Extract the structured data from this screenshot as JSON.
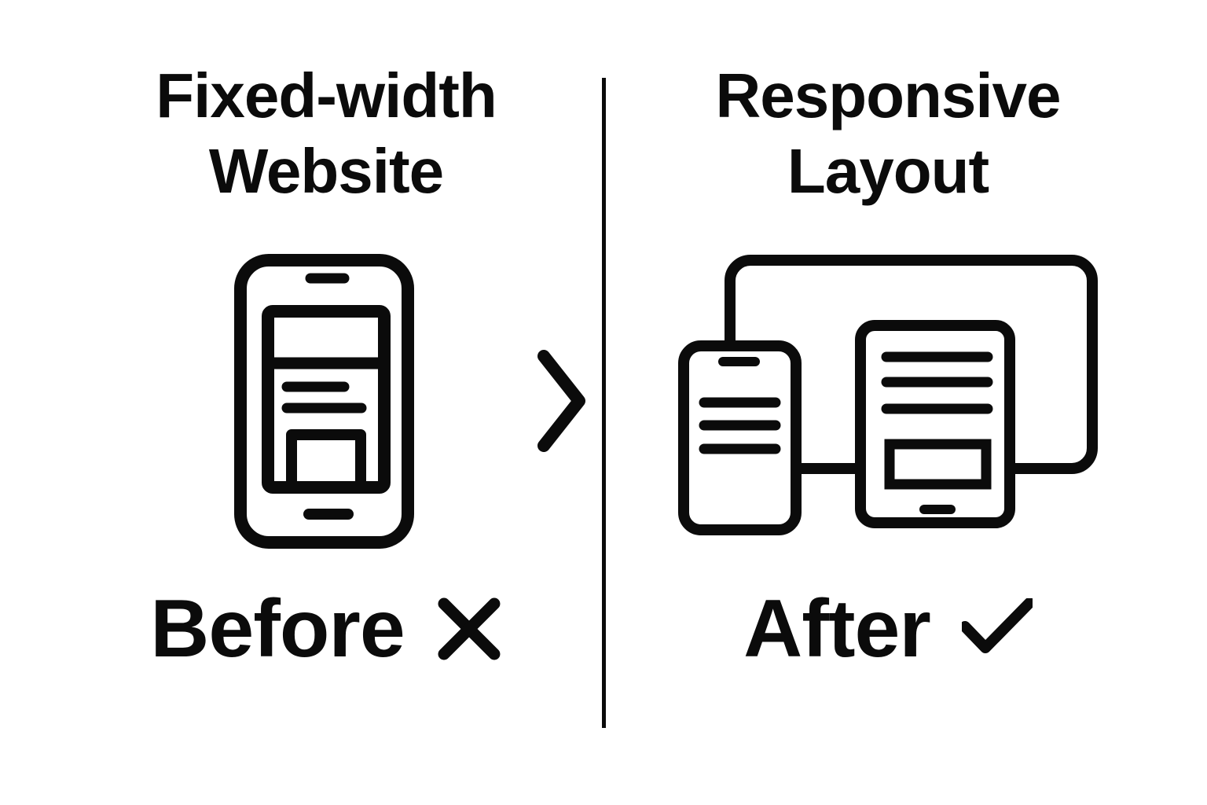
{
  "page": {
    "background": "#ffffff",
    "ink": "#0b0b0b"
  },
  "divider_icon": "vertical-divider",
  "transition_icon": "chevron-right-icon",
  "left_panel": {
    "title_line1": "Fixed-width",
    "title_line2": "Website",
    "device_icon": "fixed-width-phone-icon",
    "caption": "Before",
    "mark_icon": "cross-icon"
  },
  "right_panel": {
    "title_line1": "Responsive",
    "title_line2": "Layout",
    "device_icon": "responsive-devices-icon",
    "caption": "After",
    "mark_icon": "check-icon"
  }
}
